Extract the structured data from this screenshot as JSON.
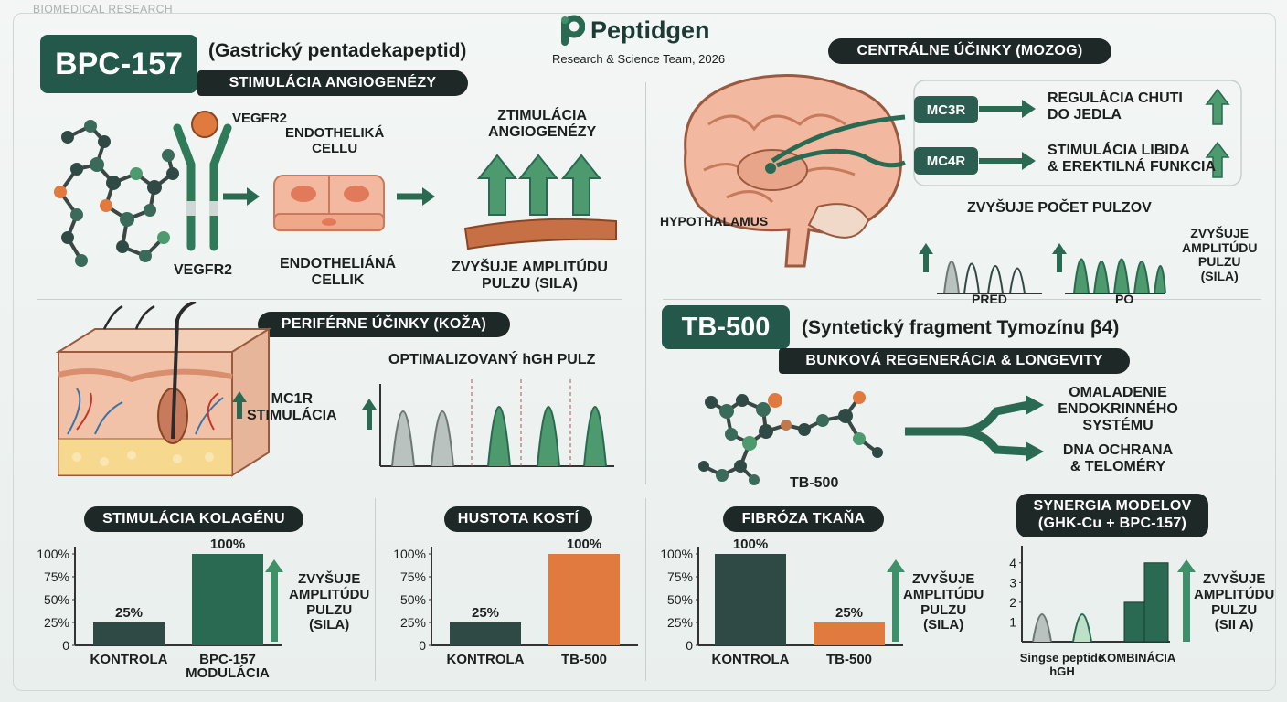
{
  "header": {
    "corner_label": "BIOMEDICAL RESEARCH",
    "brand": "Peptidgen",
    "subtitle": "Research & Science Team, 2026"
  },
  "bpc157": {
    "badge": "BPC-157",
    "full_name": "(Gastrický pentadekapeptid)",
    "banner": "STIMULÁCIA ANGIOGENÉZY",
    "vegfr2_top": "VEGFR2",
    "vegfr2_bottom": "VEGFR2",
    "endo_top": "ENDOTHELIKÁ\nCELLU",
    "endo_bottom": "ENDOTHELIÁNÁ\nCELLIK",
    "stim_title": "ZTIMULÁCIA\nANGIOGENÉZY",
    "stim_caption": "ZVYŠUJE AMPLITÚDU\nPULZU (SILA)"
  },
  "central": {
    "pill": "CENTRÁLNE ÚČINKY (MOZOG)",
    "hypothalamus": "HYPOTHALAMUS",
    "mc3r": "MC3R",
    "mc4r": "MC4R",
    "mc3r_effect": "REGULÁCIA CHUTI\nDO JEDLA",
    "mc4r_effect": "STIMULÁCIA LIBIDA\n& EREKTILNÁ FUNKCIA",
    "pulse_title": "ZVYŠUJE POČET PULZOV",
    "pred": "PRED",
    "po": "PO",
    "side_caption": "ZVYŠUJE\nAMPLITÚDU\nPULZU\n(SILA)"
  },
  "peripheral": {
    "pill": "PERIFÉRNE ÚČINKY (KOŽA)",
    "mc1r": "MC1R\nSTIMULÁCIA",
    "pulse_title": "OPTIMALIZOVANÝ hGH PULZ"
  },
  "tb500": {
    "badge": "TB-500",
    "full_name": "(Syntetický fragment Tymozínu β4)",
    "banner": "BUNKOVÁ REGENERÁCIA & LONGEVITY",
    "molecule_label": "TB-500",
    "effect1": "OMALADENIE\nENDOKRINNÉHO\nSYSTÉMU",
    "effect2": "DNA OCHRANA\n& TELOMÉRY"
  },
  "colors": {
    "dark": "#2f4a45",
    "green": "#2f7a58",
    "orange": "#e07a3f",
    "gray": "#b9c2bf"
  },
  "charts_text": {
    "collagen_caption": "ZVYŠUJE\nAMPLITÚDU\nPULZU\n(SILA)",
    "fibrosis_caption": "ZVYŠUJE\nAMPLITÚDU\nPULZU\n(SILA)",
    "synergy_caption": "ZVYŠUJE\nAMPLITÚDU\nPULZU\n(SII A)"
  },
  "chart_data": [
    {
      "type": "bar",
      "title": "STIMULÁCIA KOLAGÉNU",
      "categories": [
        "KONTROLA",
        "BPC-157\nMODULÁCIA"
      ],
      "values": [
        25,
        100
      ],
      "value_labels": [
        "25%",
        "100%"
      ],
      "bar_colors": [
        "#2f4a45",
        "#2a6a52"
      ],
      "yticks": [
        "0",
        "25%",
        "50%",
        "75%",
        "100%"
      ],
      "ylim": [
        0,
        100
      ]
    },
    {
      "type": "bar",
      "title": "HUSTOTA KOSTÍ",
      "categories": [
        "KONTROLA",
        "TB-500"
      ],
      "values": [
        25,
        100
      ],
      "value_labels": [
        "25%",
        "100%"
      ],
      "bar_colors": [
        "#2f4a45",
        "#e07a3f"
      ],
      "yticks": [
        "0",
        "25%",
        "50%",
        "75%",
        "100%"
      ],
      "ylim": [
        0,
        100
      ]
    },
    {
      "type": "bar",
      "title": "FIBRÓZA TKAŇA",
      "categories": [
        "KONTROLA",
        "TB-500"
      ],
      "values": [
        100,
        25
      ],
      "value_labels": [
        "100%",
        "25%"
      ],
      "bar_colors": [
        "#2f4a45",
        "#e07a3f"
      ],
      "yticks": [
        "0",
        "25%",
        "50%",
        "75%",
        "100%"
      ],
      "ylim": [
        0,
        100
      ]
    },
    {
      "type": "bar",
      "title": "SYNERGIA MODELOV\n(GHK-Cu + BPC-157)",
      "categories": [
        "Singse peptide\nhGH",
        "KOMBINÁCIA"
      ],
      "values": [
        2,
        4
      ],
      "yticks": [
        "1",
        "2",
        "3",
        "4"
      ],
      "ylim": [
        0,
        4.5
      ]
    }
  ]
}
